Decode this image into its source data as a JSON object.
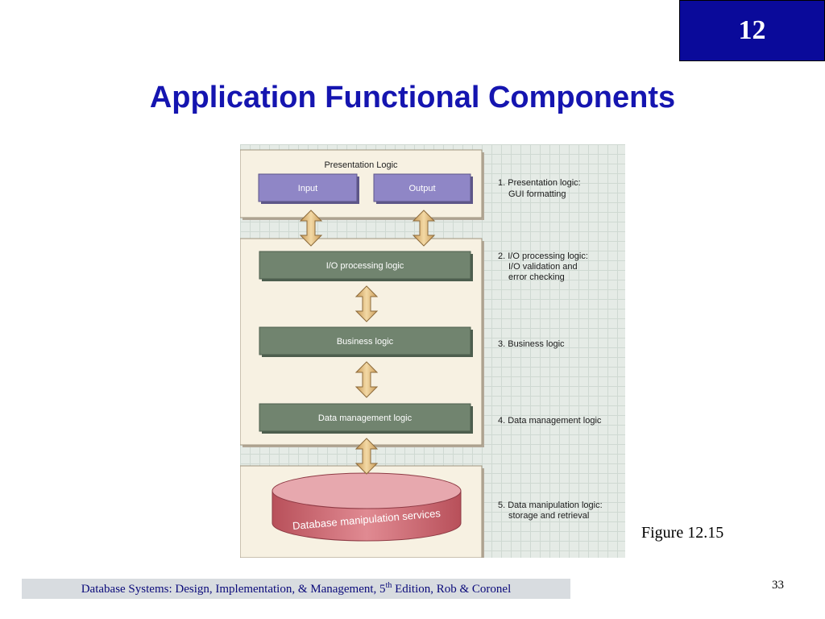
{
  "chapter_number": "12",
  "title": "Application Functional Components",
  "diagram": {
    "presentation_header": "Presentation Logic",
    "input_label": "Input",
    "output_label": "Output",
    "io_label": "I/O processing logic",
    "business_label": "Business logic",
    "data_mgmt_label": "Data management logic",
    "db_label": "Database manipulation services",
    "notes": [
      [
        "1. Presentation logic:",
        "GUI formatting"
      ],
      [
        "2. I/O processing logic:",
        "I/O validation and",
        "error checking"
      ],
      [
        "3. Business logic"
      ],
      [
        "4. Data management logic"
      ],
      [
        "5. Data manipulation logic:",
        "storage and retrieval"
      ]
    ]
  },
  "figure_caption": "Figure 12.15",
  "footer": {
    "text_before": "Database Systems: Design, Implementation, & Management, 5",
    "superscript": "th",
    "text_after": " Edition, Rob & Coronel"
  },
  "page_number": "33"
}
